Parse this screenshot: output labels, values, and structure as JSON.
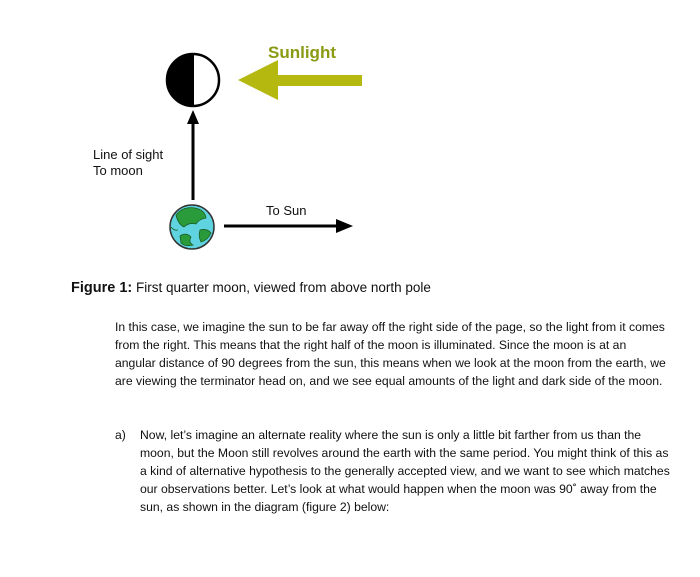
{
  "diagram": {
    "sunlight_label": "Sunlight",
    "line_of_sight_line1": "Line of sight",
    "line_of_sight_line2": "To moon",
    "to_sun_label": "To Sun",
    "colors": {
      "sunlight_arrow": "#b5b80f",
      "sunlight_text": "#8a9a12",
      "earth_land": "#2a9b3a",
      "earth_ocean": "#5fd4e0",
      "moon_dark": "#000000",
      "moon_light": "#ffffff"
    }
  },
  "caption": {
    "label": "Figure 1:",
    "text": " First quarter moon, viewed from above north pole"
  },
  "paragraph": "In this case, we imagine the sun to be far away off the right side of the page, so the light from it comes from the right. This means that the right half of the moon is illuminated. Since the moon is at an angular distance of 90 degrees from the sun, this means when we look at the moon from the earth, we are viewing the terminator head on, and we see equal amounts of the light and dark side of the moon.",
  "list": {
    "marker": "a)",
    "text": "Now, let’s imagine an alternate reality where the sun is only a little bit farther from us than the moon, but the Moon still revolves around the earth with the same period. You might think of this as a kind of alternative hypothesis to the generally accepted view, and we want to see which matches our observations better. Let’s look at what would happen when the moon was 90˚ away from the sun, as shown in the diagram (figure 2) below:"
  }
}
